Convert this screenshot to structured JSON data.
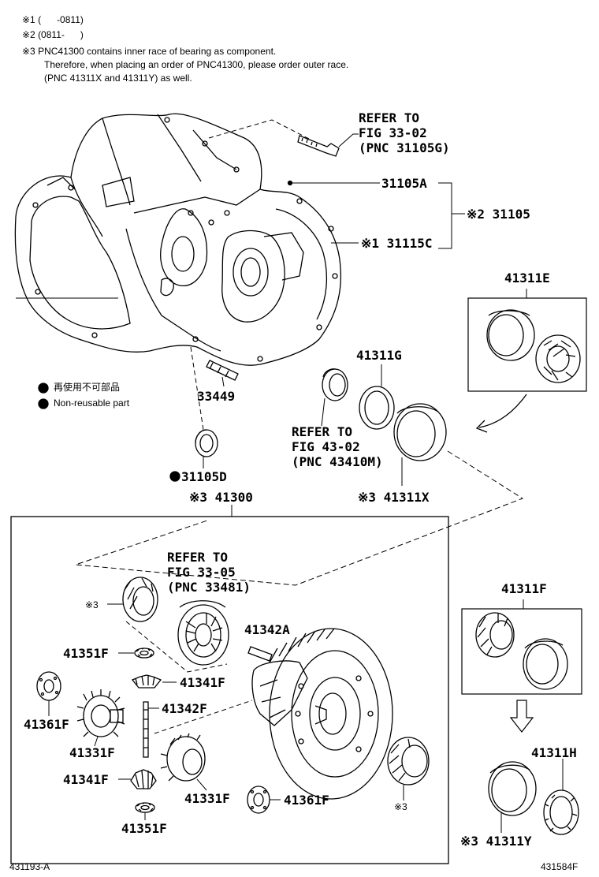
{
  "notes": {
    "note1": "※1 (      -0811)",
    "note2": "※2 (0811-      )",
    "note3": "※3 PNC41300 contains inner race of bearing as component.",
    "note3b": "Therefore, when placing an order of PNC41300, please order outer race.",
    "note3c": "(PNC 41311X and 41311Y) as well."
  },
  "legend": {
    "jp": "再使用不可部品",
    "en": "Non-reusable part"
  },
  "refs": {
    "r1": [
      "REFER TO",
      "FIG 33-02",
      "(PNC 31105G)"
    ],
    "r2": [
      "REFER TO",
      "FIG 43-02",
      "(PNC 43410M)"
    ],
    "r3": [
      "REFER TO",
      "FIG 33-05",
      "(PNC 33481)"
    ]
  },
  "labels": {
    "p31105A": "31105A",
    "p31105": "※2 31105",
    "p31115C": "※1 31115C",
    "p41311E": "41311E",
    "p41311G": "41311G",
    "p33449": "33449",
    "p31105D": "31105D",
    "p41300": "※3 41300",
    "p41311X": "※3 41311X",
    "p41311F_r": "41311F",
    "p41342A": "41342A",
    "p41351F_a": "41351F",
    "p41341F_a": "41341F",
    "p41342F": "41342F",
    "p41361F_a": "41361F",
    "p41331F_a": "41331F",
    "p41341F_b": "41341F",
    "p41331F_b": "41331F",
    "p41361F_b": "41361F",
    "p41351F_b": "41351F",
    "p41311H": "41311H",
    "p41311Y": "※3 41311Y",
    "mark3a": "※3",
    "mark3b": "※3"
  },
  "footer": {
    "left": "431193-A",
    "right": "431584F"
  }
}
